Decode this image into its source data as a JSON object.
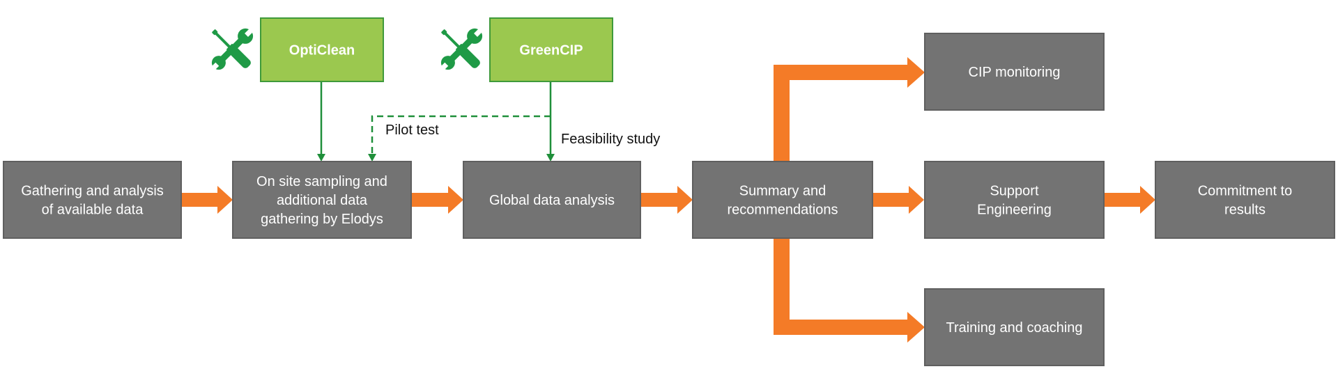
{
  "colors": {
    "process_box": "#737373",
    "process_border": "#5f5f5f",
    "tool_box": "#9bc84f",
    "tool_border": "#3f9a3a",
    "tool_icon": "#1f9a46",
    "green_line": "#1f8f3a",
    "orange_arrow": "#f47b27"
  },
  "tools": [
    {
      "id": "opticlean",
      "label": "OptiClean",
      "icon": "tools-icon"
    },
    {
      "id": "greencip",
      "label": "GreenCIP",
      "icon": "tools-icon"
    }
  ],
  "steps": [
    {
      "id": "gathering",
      "lines": [
        "Gathering and analysis",
        "of available data"
      ]
    },
    {
      "id": "sampling",
      "lines": [
        "On site sampling and",
        "additional data",
        "gathering by Elodys"
      ]
    },
    {
      "id": "global",
      "lines": [
        "Global data analysis"
      ]
    },
    {
      "id": "summary",
      "lines": [
        "Summary and",
        "recommendations"
      ]
    },
    {
      "id": "cip",
      "lines": [
        "CIP monitoring"
      ]
    },
    {
      "id": "support",
      "lines": [
        "Support",
        "Engineering"
      ]
    },
    {
      "id": "commitment",
      "lines": [
        "Commitment to",
        "results"
      ]
    },
    {
      "id": "training",
      "lines": [
        "Training and coaching"
      ]
    }
  ],
  "edge_labels": {
    "pilot_test": "Pilot test",
    "feasibility_study": "Feasibility study"
  }
}
